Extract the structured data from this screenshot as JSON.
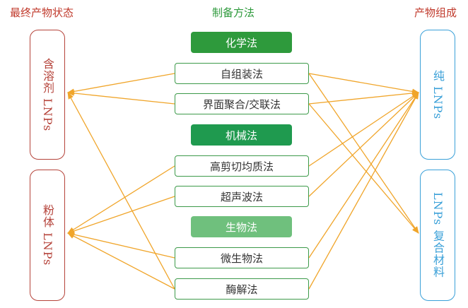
{
  "headers": {
    "left": "最终产物状态",
    "middle": "制备方法",
    "right": "产物组成"
  },
  "left_boxes": {
    "solvent": "含溶剂 LNPs",
    "powder": "粉体 LNPs"
  },
  "right_boxes": {
    "pure": "纯 LNPs",
    "composite": "LNPs 复合材料"
  },
  "categories": {
    "chemical": "化学法",
    "mechanical": "机械法",
    "biological": "生物法"
  },
  "methods": {
    "self_assembly": "自组装法",
    "interface": "界面聚合/交联法",
    "shear": "高剪切均质法",
    "ultrasonic": "超声波法",
    "microbial": "微生物法",
    "enzymatic": "酶解法"
  },
  "colors": {
    "left_text": "#c0392b",
    "middle_text": "#2e9a3c",
    "left_box_border": "#b5433a",
    "right_box_border": "#3aa0d8",
    "method_border": "#3d9a4a",
    "arrow": "#f0a52a"
  },
  "connections": [
    {
      "from": "self_assembly",
      "to": [
        "solvent",
        "pure",
        "composite"
      ]
    },
    {
      "from": "interface",
      "to": [
        "solvent",
        "pure",
        "composite"
      ]
    },
    {
      "from": "shear",
      "to": [
        "powder",
        "pure"
      ]
    },
    {
      "from": "ultrasonic",
      "to": [
        "powder",
        "pure"
      ]
    },
    {
      "from": "microbial",
      "to": [
        "powder",
        "pure"
      ]
    },
    {
      "from": "enzymatic",
      "to": [
        "solvent",
        "powder",
        "pure"
      ]
    }
  ]
}
